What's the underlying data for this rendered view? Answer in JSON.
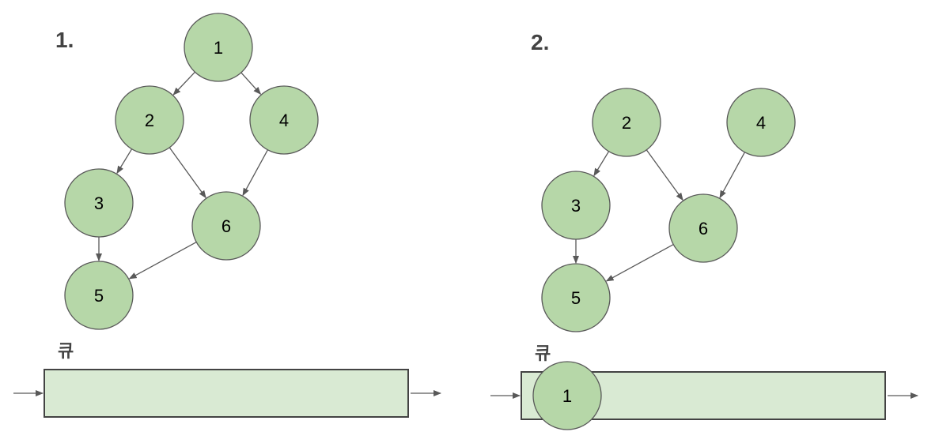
{
  "colors": {
    "node_fill": "#b6d7a8",
    "queue_fill": "#d9ead3",
    "stroke": "#595959",
    "label": "#434343"
  },
  "panels": [
    {
      "step_label": "1.",
      "queue_label": "큐",
      "nodes": [
        "1",
        "2",
        "3",
        "4",
        "5",
        "6"
      ],
      "edges": [
        [
          "1",
          "2"
        ],
        [
          "1",
          "4"
        ],
        [
          "2",
          "3"
        ],
        [
          "2",
          "6"
        ],
        [
          "4",
          "6"
        ],
        [
          "3",
          "5"
        ],
        [
          "6",
          "5"
        ]
      ],
      "queue": []
    },
    {
      "step_label": "2.",
      "queue_label": "큐",
      "nodes": [
        "2",
        "3",
        "4",
        "5",
        "6"
      ],
      "edges": [
        [
          "2",
          "3"
        ],
        [
          "2",
          "6"
        ],
        [
          "4",
          "6"
        ],
        [
          "3",
          "5"
        ],
        [
          "6",
          "5"
        ]
      ],
      "queue": [
        "1"
      ]
    }
  ]
}
